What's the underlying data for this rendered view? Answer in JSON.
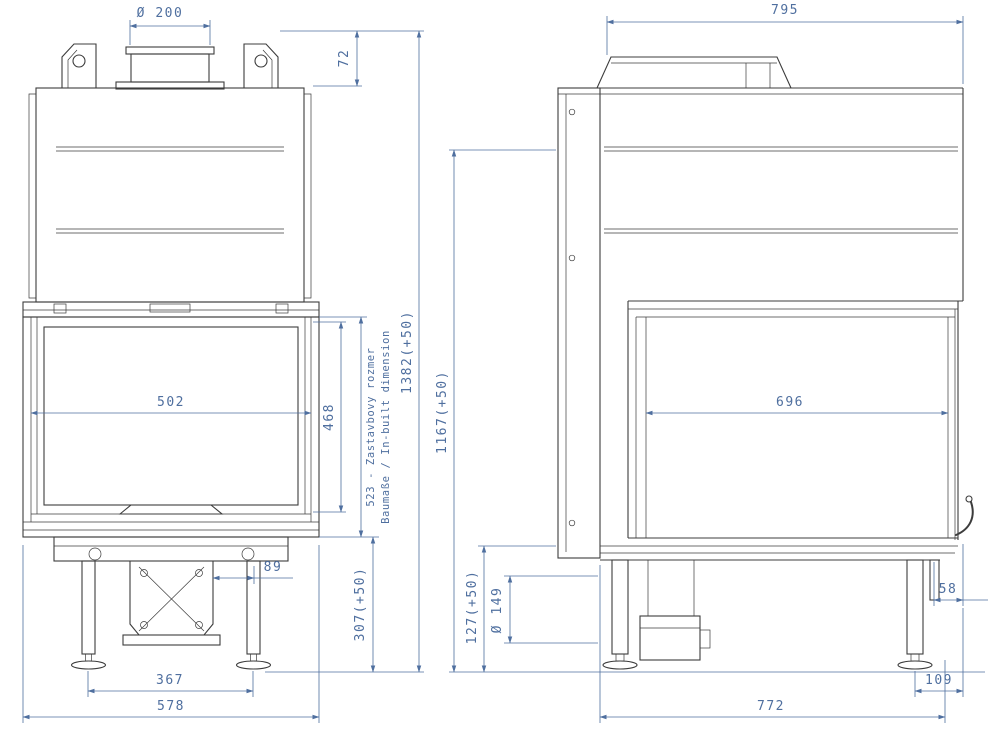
{
  "colors": {
    "dim": "#4f6f9f",
    "geo": "#3c3c3c"
  },
  "front_view": {
    "flue_diameter": "Ø 200",
    "collar_height": "72",
    "overall_height": "1382(+50)",
    "glass_width": "502",
    "door_height": "468",
    "inbuilt_label_1": "523 - Zastavbovy rozmer",
    "inbuilt_label_2": "Baumaße / In-built dimension",
    "pedestal_to_leg": "89",
    "base_height": "307(+50)",
    "feet_spacing": "367",
    "overall_width": "578"
  },
  "side_view": {
    "top_depth": "795",
    "inbuilt_height": "1167(+50)",
    "glass_depth": "696",
    "base_frame_height": "127(+50)",
    "outlet_diameter": "Ø 149",
    "rear_gap": "58",
    "foot_to_front": "109",
    "overall_depth": "772"
  }
}
